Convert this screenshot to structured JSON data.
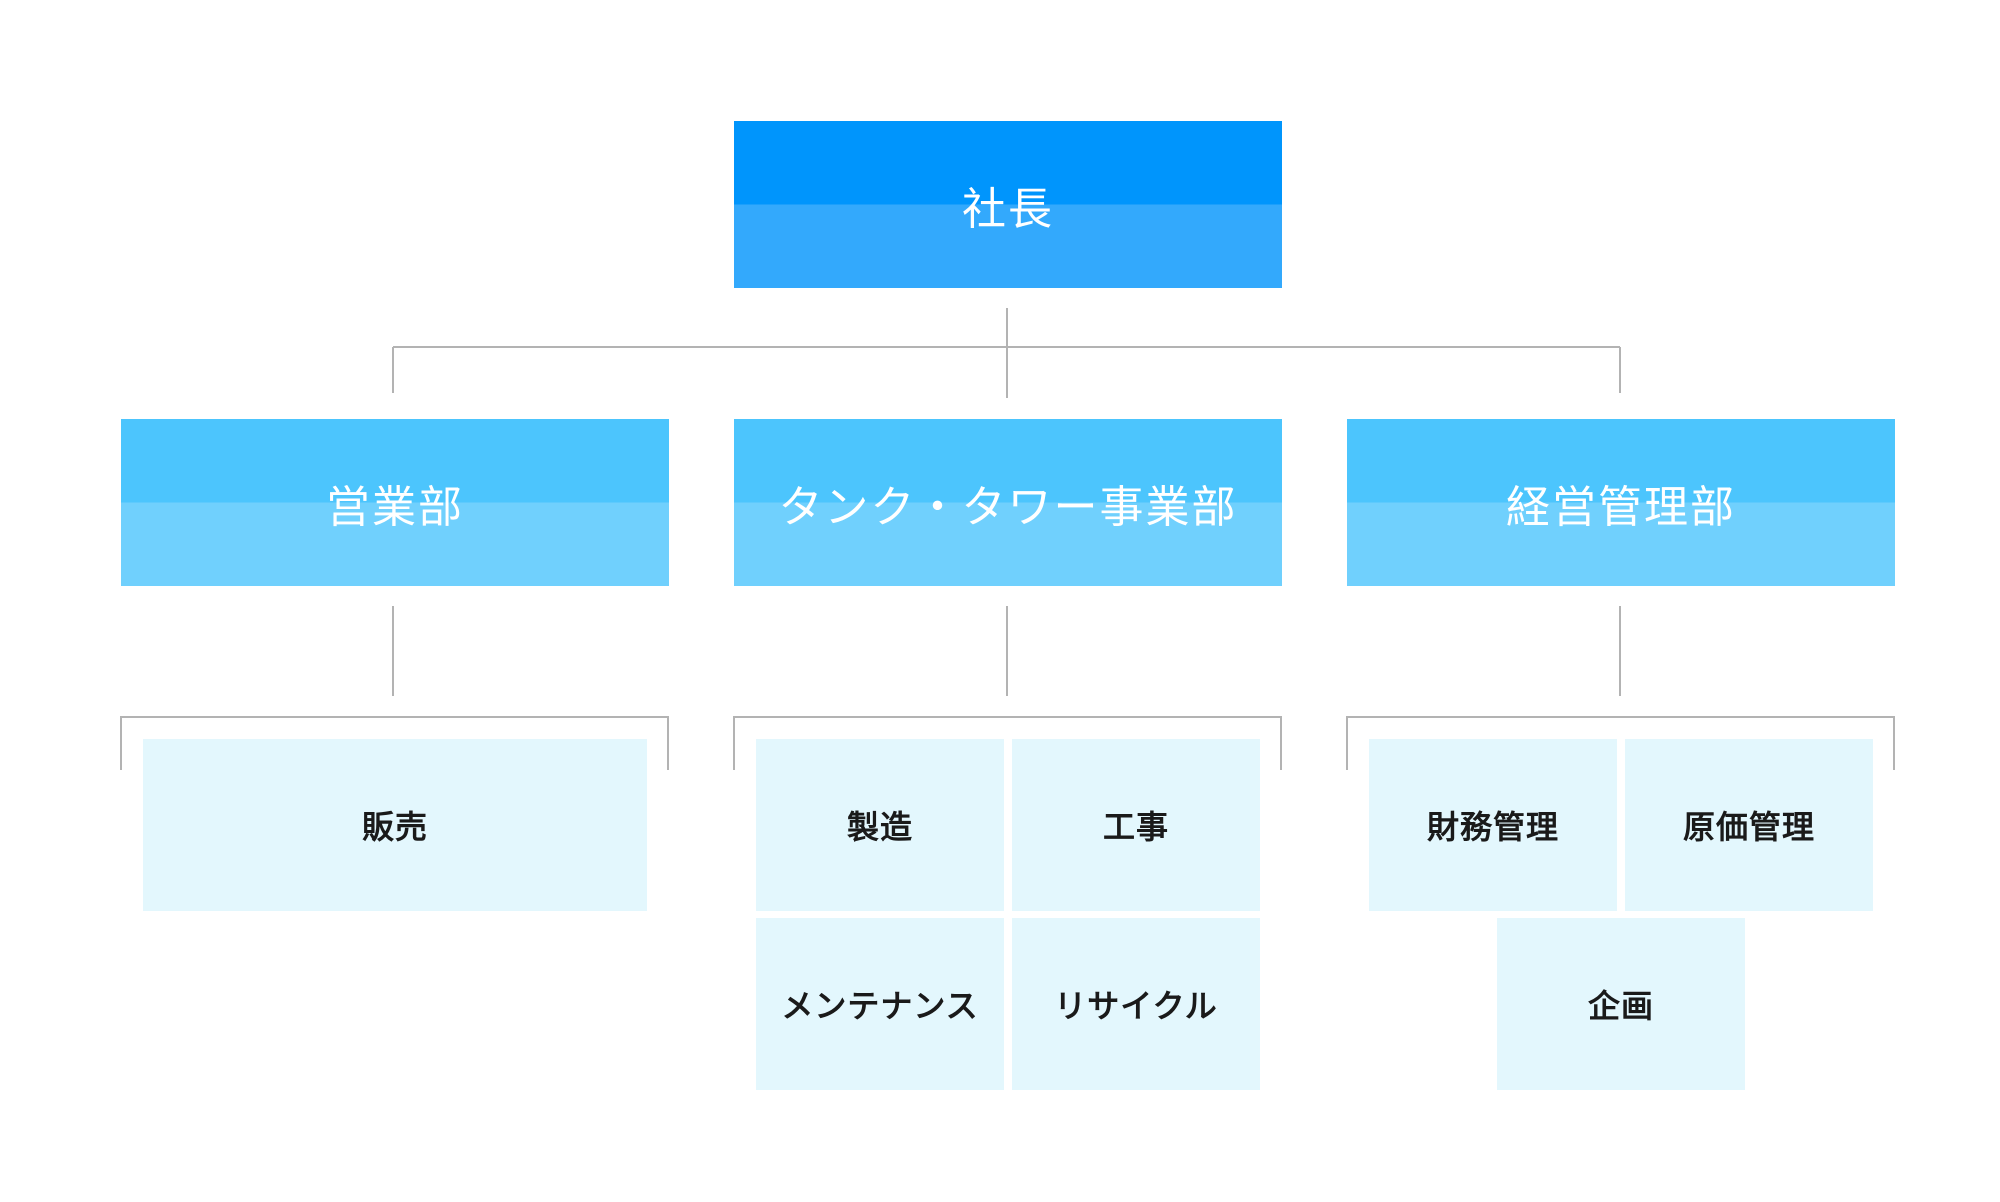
{
  "colors": {
    "president_top": "#0095fc",
    "president_bottom": "#33a9fc",
    "department_top": "#4cc5fd",
    "department_bottom": "#70d0fd",
    "unit_fill": "#e3f7fd",
    "connector": "#b3b3b3"
  },
  "president": {
    "label": "社長"
  },
  "departments": [
    {
      "label": "営業部",
      "units": [
        "販売"
      ]
    },
    {
      "label": "タンク・タワー事業部",
      "units": [
        "製造",
        "工事",
        "メンテナンス",
        "リサイクル"
      ]
    },
    {
      "label": "経営管理部",
      "units": [
        "財務管理",
        "原価管理",
        "企画"
      ]
    }
  ]
}
